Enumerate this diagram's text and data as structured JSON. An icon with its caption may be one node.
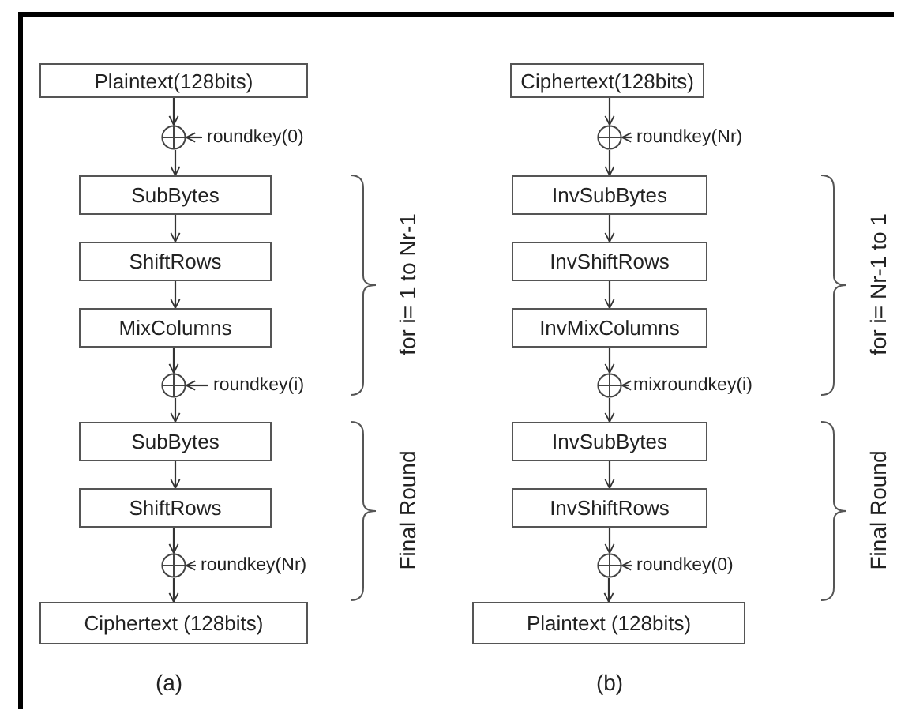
{
  "diagram": {
    "nodes": [
      {
        "text": [
          "Plaintext(128bits)"
        ]
      },
      {
        "text": [],
        "shape": "circle"
      },
      {
        "text": [
          "roundkey(0)"
        ]
      },
      {
        "text": [
          "SubBytes"
        ]
      },
      {
        "text": [
          "ShiftRows"
        ]
      },
      {
        "text": [
          "MixColumns"
        ]
      },
      {
        "text": [],
        "shape": "circle"
      },
      {
        "text": [
          "roundkey(i)"
        ]
      },
      {
        "text": [
          "SubBytes"
        ]
      },
      {
        "text": [
          "ShiftRows"
        ]
      },
      {
        "text": [],
        "shape": "circle"
      },
      {
        "text": [
          "roundkey(Nr)"
        ]
      },
      {
        "text": [
          "Ciphertext (128bits)"
        ]
      },
      {
        "text": [
          "Ciphertext(128bits)"
        ]
      },
      {
        "text": [],
        "shape": "circle"
      },
      {
        "text": [
          "roundkey(Nr)"
        ]
      },
      {
        "text": [
          "InvSubBytes"
        ]
      },
      {
        "text": [
          "InvShiftRows"
        ]
      },
      {
        "text": [
          "InvMixColumns"
        ]
      },
      {
        "text": [],
        "shape": "circle"
      },
      {
        "text": [
          "mixroundkey(i)"
        ]
      },
      {
        "text": [
          "InvSubBytes"
        ]
      },
      {
        "text": [
          "InvShiftRows"
        ]
      },
      {
        "text": [],
        "shape": "circle"
      },
      {
        "text": [
          "roundkey(0)"
        ]
      },
      {
        "text": [
          "Plaintext (128bits)"
        ]
      }
    ],
    "edges": [
      {
        "from": 0,
        "to": 1,
        "arrow": "to"
      },
      {
        "from": 2,
        "to": 1,
        "arrow": "to"
      },
      {
        "from": 1,
        "to": 3,
        "arrow": "to"
      },
      {
        "from": 3,
        "to": 4,
        "arrow": "to"
      },
      {
        "from": 4,
        "to": 5,
        "arrow": "to"
      },
      {
        "from": 5,
        "to": 6,
        "arrow": "to"
      },
      {
        "from": 7,
        "to": 6,
        "arrow": "to"
      },
      {
        "from": 6,
        "to": 8,
        "arrow": "to"
      },
      {
        "from": 8,
        "to": 9,
        "arrow": "to"
      },
      {
        "from": 9,
        "to": 10,
        "arrow": "to"
      },
      {
        "from": 11,
        "to": 10,
        "arrow": "to"
      },
      {
        "from": 10,
        "to": 12,
        "arrow": "to"
      },
      {
        "from": 13,
        "to": 14,
        "arrow": "to"
      },
      {
        "from": 15,
        "to": 14,
        "arrow": "to"
      },
      {
        "from": 14,
        "to": 16,
        "arrow": "to"
      },
      {
        "from": 16,
        "to": 17,
        "arrow": "to"
      },
      {
        "from": 17,
        "to": 18,
        "arrow": "to"
      },
      {
        "from": 18,
        "to": 19,
        "arrow": "to"
      },
      {
        "from": 20,
        "to": 19,
        "arrow": "to"
      },
      {
        "from": 19,
        "to": 21,
        "arrow": "to"
      },
      {
        "from": 21,
        "to": 22,
        "arrow": "to"
      },
      {
        "from": 22,
        "to": 23,
        "arrow": "to"
      },
      {
        "from": 24,
        "to": 23,
        "arrow": "to"
      },
      {
        "from": 23,
        "to": 25,
        "arrow": "to"
      }
    ],
    "labels": [
      "for i= 1 to Nr-1",
      "Final Round",
      "(a)",
      "for i= Nr-1 to 1",
      "Final Round",
      "(b)"
    ]
  }
}
